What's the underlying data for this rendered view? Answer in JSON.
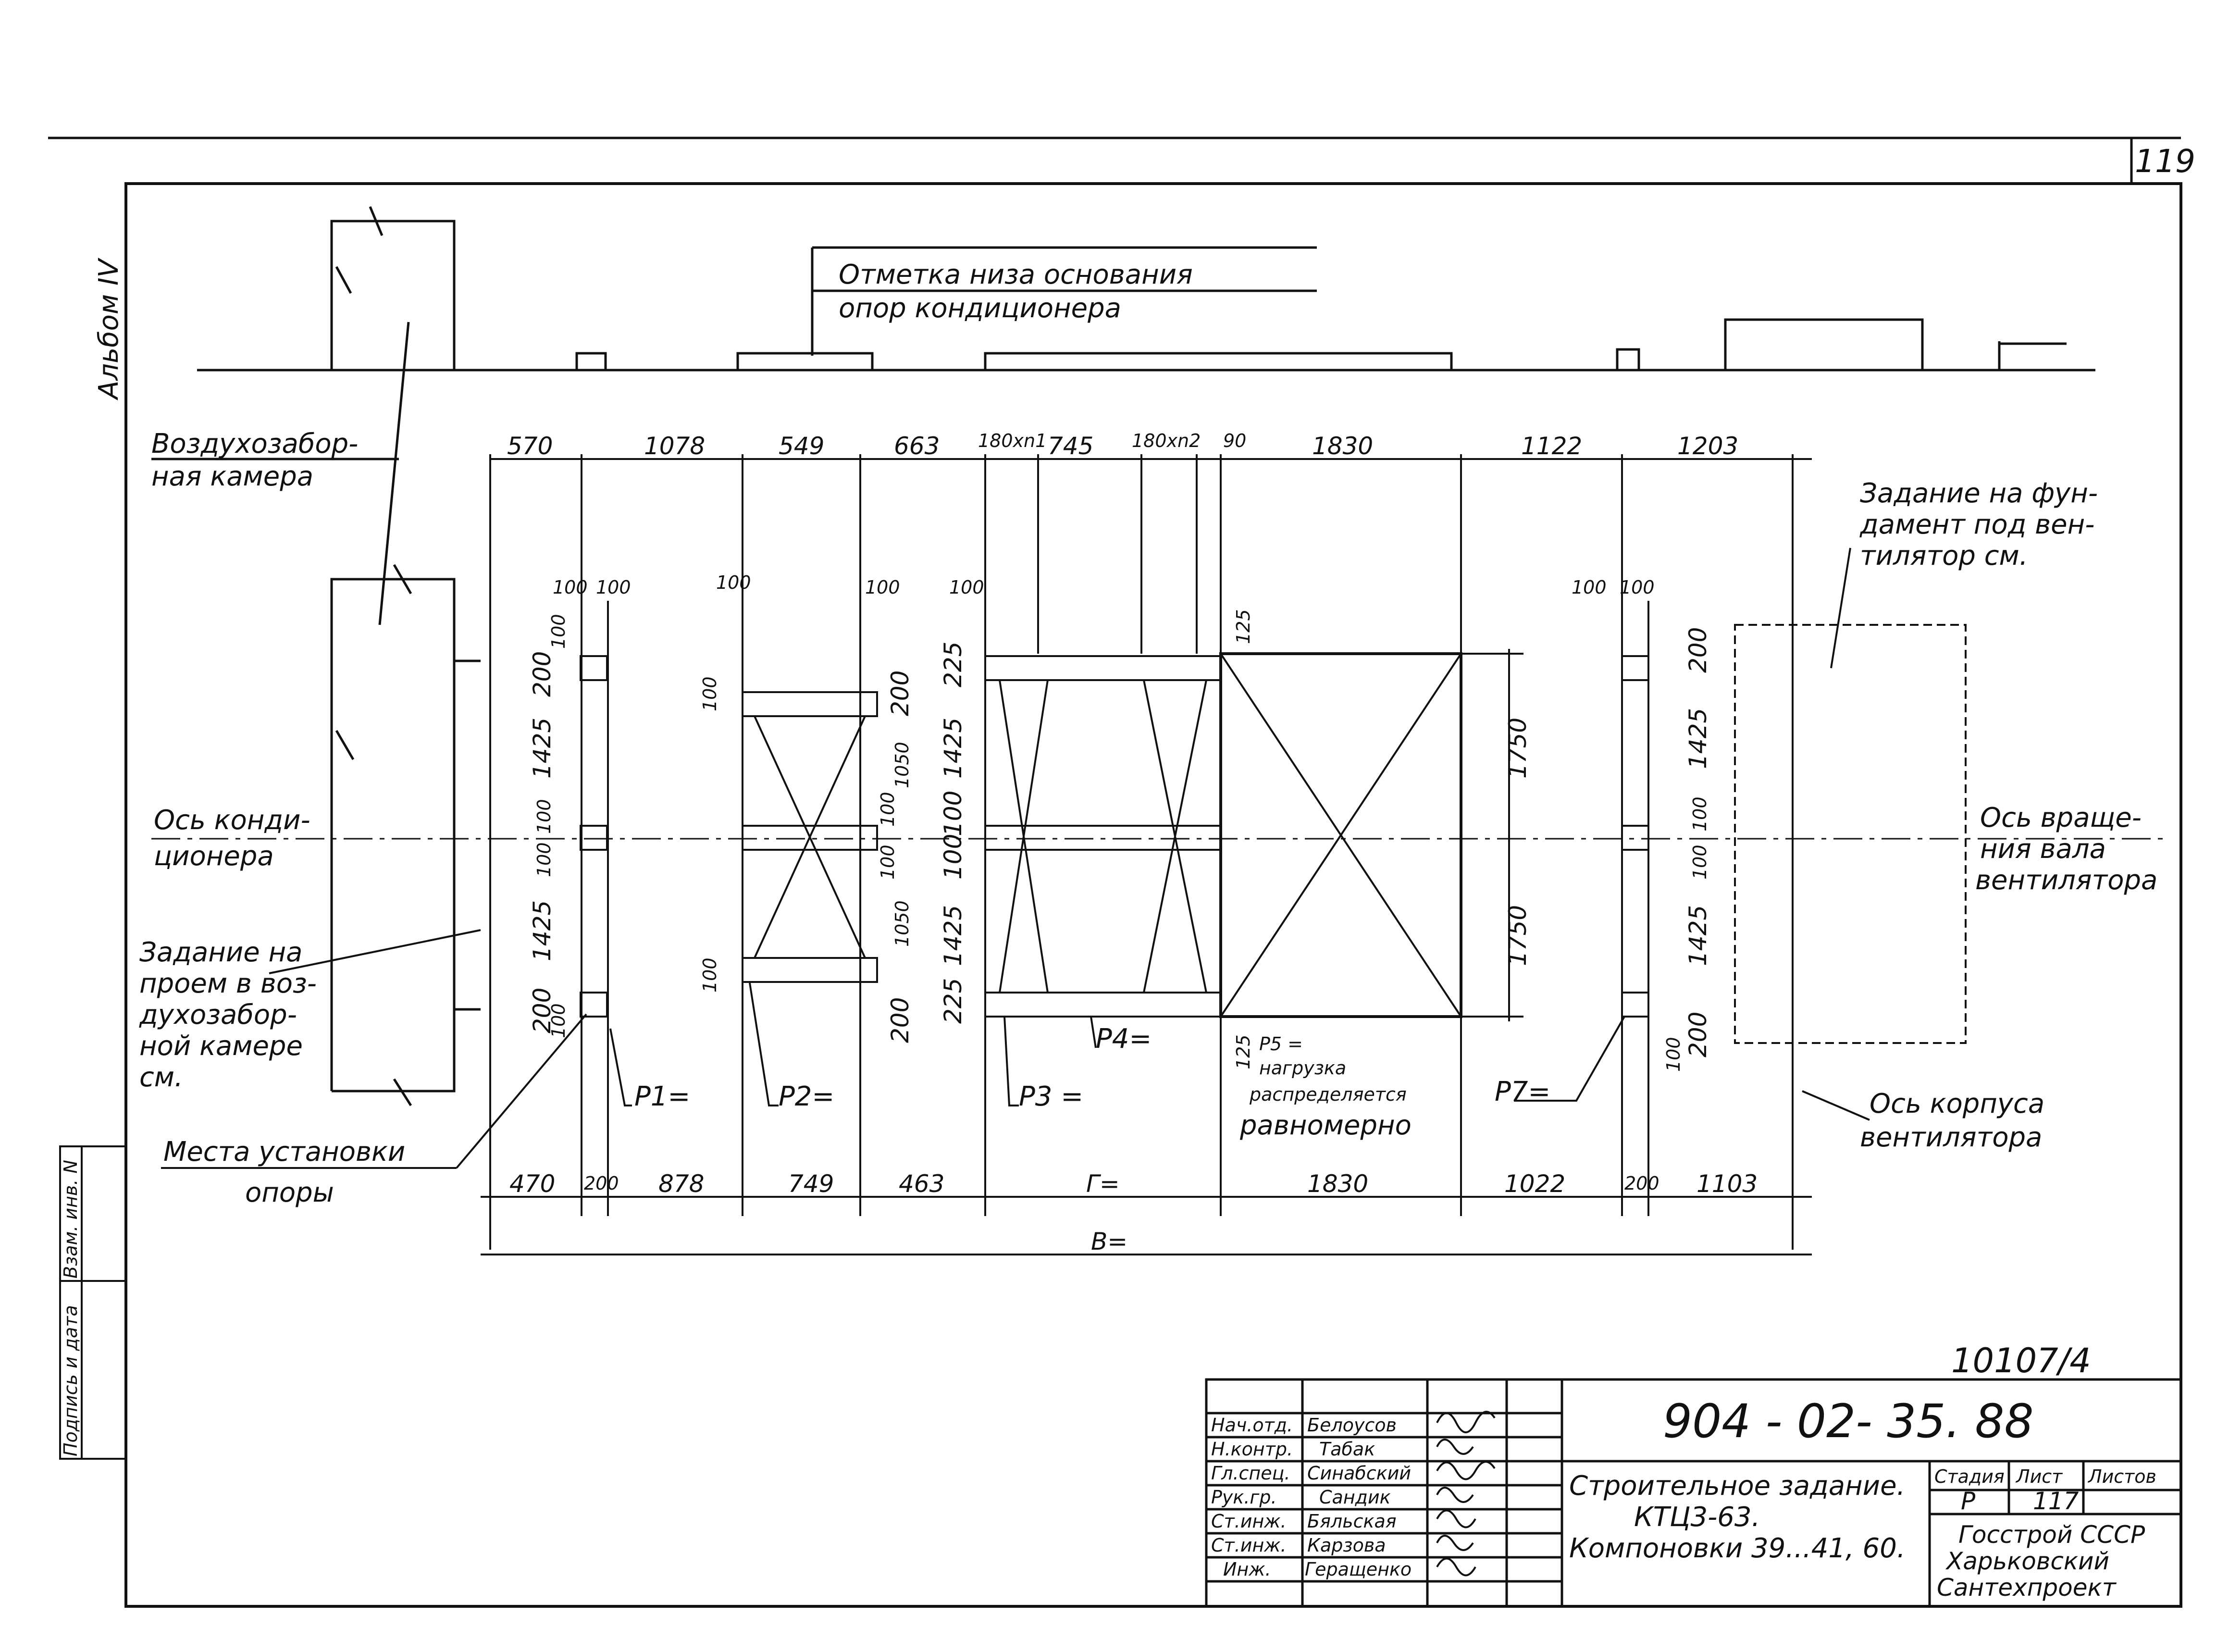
{
  "sheet_number": "119",
  "album": "Альбом IV",
  "inventory_number": "10107/4",
  "side_stamp": [
    "Подпись и дата",
    "Взам. инв. N"
  ],
  "labels": {
    "base_mark": [
      "Отметка низа основания",
      "опор кондиционера"
    ],
    "intake_chamber": [
      "Воздухозабор-",
      "ная камера"
    ],
    "conditioner_axis": [
      "Ось конди-",
      "ционера"
    ],
    "opening_task": [
      "Задание на",
      "проем в воз-",
      "духозабор-",
      "ной камере",
      "см."
    ],
    "support_places": [
      "Места установки",
      "опоры"
    ],
    "foundation_task": [
      "Задание на фун-",
      "дамент под вен-",
      "тилятор см."
    ],
    "rotation_axis": [
      "Ось враще-",
      "ния вала",
      "вентилятора"
    ],
    "casing_axis": [
      "Ось корпуса",
      "вентилятора"
    ],
    "p5_note": [
      "P5 =",
      "нагрузка",
      "распределяется",
      "равномерно"
    ]
  },
  "loads": [
    "P1=",
    "P2=",
    "P3 =",
    "P4=",
    "P7="
  ],
  "top_dims": [
    "570",
    "1078",
    "549",
    "663",
    "180xn1",
    "745",
    "180xn2",
    "90",
    "1830",
    "1122",
    "1203"
  ],
  "bottom_dims": [
    "470",
    "200",
    "878",
    "749",
    "463",
    "Г=",
    "1830",
    "1022",
    "200",
    "1103"
  ],
  "overall_dim": "B=",
  "vertical_dims": {
    "group1": [
      "100",
      "200",
      "1425",
      "100",
      "100",
      "1425",
      "200",
      "100"
    ],
    "group2": [
      "100",
      "200",
      "1050",
      "100",
      "100",
      "1050",
      "200",
      "100"
    ],
    "group3": [
      "225",
      "1425",
      "100",
      "100",
      "1425",
      "225",
      "125",
      "125"
    ],
    "group4": [
      "1750",
      "1750"
    ],
    "group5": [
      "200",
      "1425",
      "100",
      "100",
      "1425",
      "100",
      "200"
    ]
  },
  "small_dims": [
    "100",
    "100",
    "100",
    "100",
    "100",
    "100",
    "100"
  ],
  "title_block": {
    "doc_code": "904 - 02- 35. 88",
    "title": [
      "Строительное задание.",
      "КТЦ3-63.",
      "Компоновки 39...41, 60."
    ],
    "stage_label": "Стадия",
    "sheet_label": "Лист",
    "sheets_label": "Листов",
    "stage": "Р",
    "sheet": "117",
    "org": [
      "Госстрой СССР",
      "Харьковский",
      "Сантехпроект"
    ],
    "roles": [
      "Нач.отд.",
      "Н.контр.",
      "Гл.спец.",
      "Рук.гр.",
      "Ст.инж.",
      "Ст.инж.",
      "Инж."
    ],
    "names": [
      "Белоусов",
      "Табак",
      "Синабский",
      "Сандик",
      "Бяльская",
      "Карзова",
      "Геращенко"
    ]
  }
}
